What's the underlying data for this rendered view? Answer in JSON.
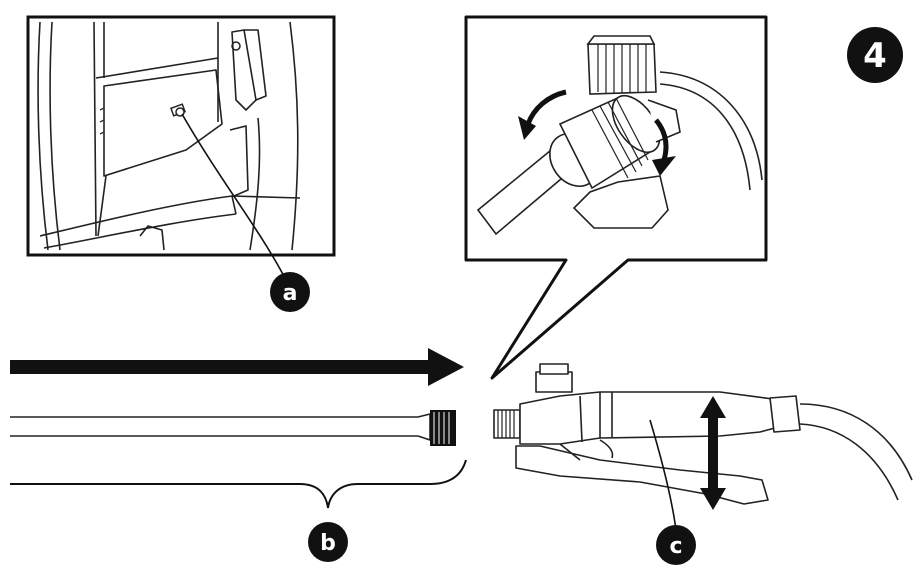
{
  "step": {
    "number": "4"
  },
  "callouts": {
    "a": "a",
    "b": "b",
    "c": "c"
  },
  "colors": {
    "ink": "#111111",
    "paper": "#ffffff",
    "grey": "#888888"
  }
}
